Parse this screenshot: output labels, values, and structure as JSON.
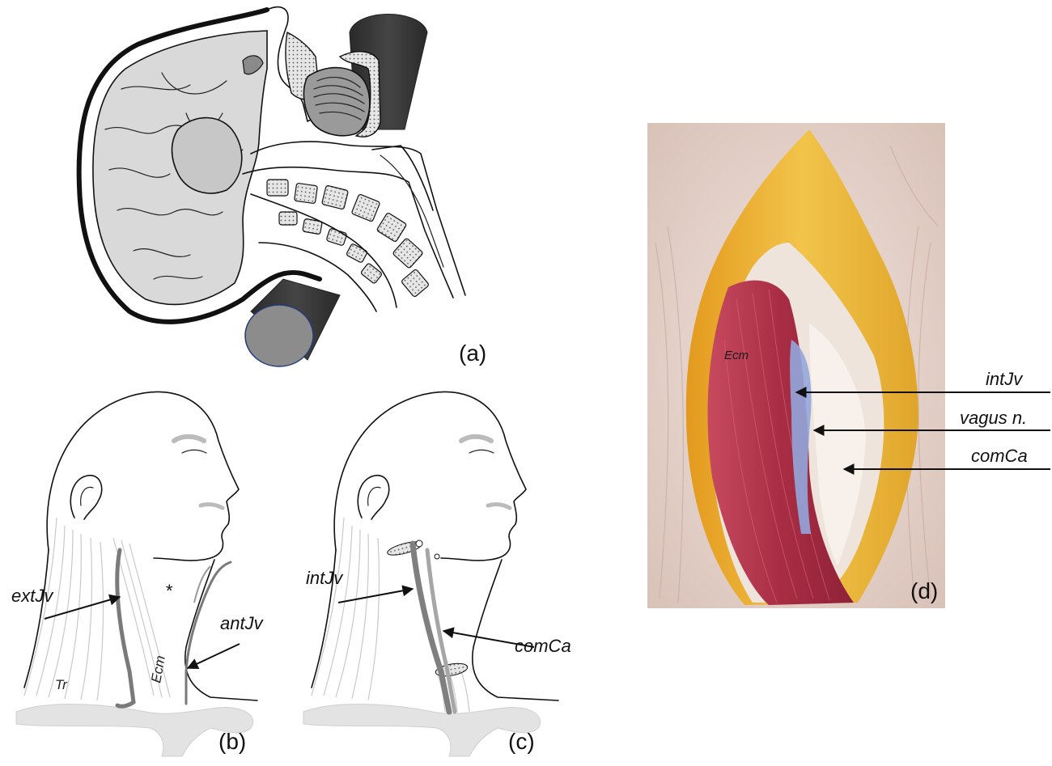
{
  "panels": {
    "a": {
      "label": "(a)"
    },
    "b": {
      "label": "(b)",
      "labels": {
        "extJv": "extJv",
        "antJv": "antJv",
        "ecm": "Ecm",
        "tr": "Tr",
        "star": "*"
      }
    },
    "c": {
      "label": "(c)",
      "labels": {
        "intJv": "intJv",
        "comCa": "comCa"
      }
    },
    "d": {
      "label": "(d)",
      "labels": {
        "ecm": "Ecm",
        "intJv": "intJv",
        "vagus": "vagus n.",
        "comCa": "comCa"
      }
    }
  },
  "colors": {
    "brain_fill": "#d9d9d9",
    "cylinder": "#3b3b3b",
    "cylinder_end": "#8c8c8c",
    "skin": "#e9d9d2",
    "fat": "#e8b02a",
    "muscle": "#b2344c",
    "vein": "#8f9fd4",
    "artery": "#f4ece4",
    "vessel_gray": "#808080"
  }
}
